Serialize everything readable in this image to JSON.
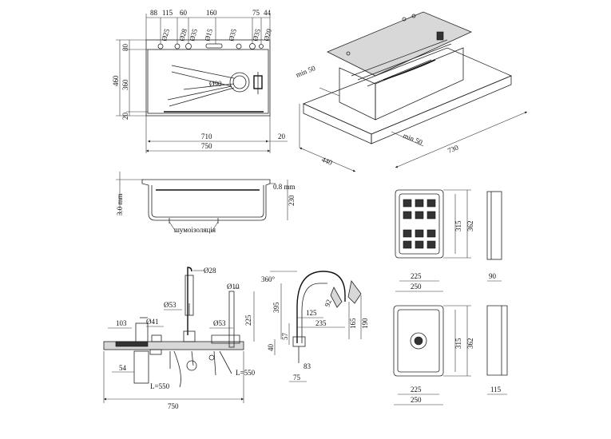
{
  "top_view": {
    "top_dims": [
      "88",
      "115",
      "60",
      "160",
      "75",
      "44"
    ],
    "holes": [
      "Ø25",
      "Ø28",
      "Ø35",
      "Ø15",
      "Ø35",
      "Ø35",
      "Ø20"
    ],
    "left_dims": [
      "460",
      "80",
      "360",
      "20"
    ],
    "drain": "Ø90",
    "bottom_dims": [
      "710",
      "750",
      "20"
    ]
  },
  "iso_view": {
    "dims": [
      "min 50",
      "440",
      "min 50",
      "730"
    ]
  },
  "section_view": {
    "dims": [
      "3.0 mm",
      "0.8 mm",
      "230"
    ],
    "label": "шумоізоляція"
  },
  "colander": {
    "dims": [
      "315",
      "362",
      "225",
      "250",
      "90"
    ]
  },
  "accessories": {
    "dims": [
      "Ø28",
      "Ø10",
      "Ø53",
      "Ø41",
      "103",
      "Ø53",
      "225",
      "54",
      "L=550",
      "L=550",
      "750"
    ]
  },
  "faucet": {
    "dims": [
      "360°",
      "395",
      "92",
      "125",
      "235",
      "165",
      "190",
      "57",
      "40",
      "83",
      "75"
    ]
  },
  "board": {
    "dims": [
      "315",
      "362",
      "225",
      "250",
      "115"
    ]
  }
}
